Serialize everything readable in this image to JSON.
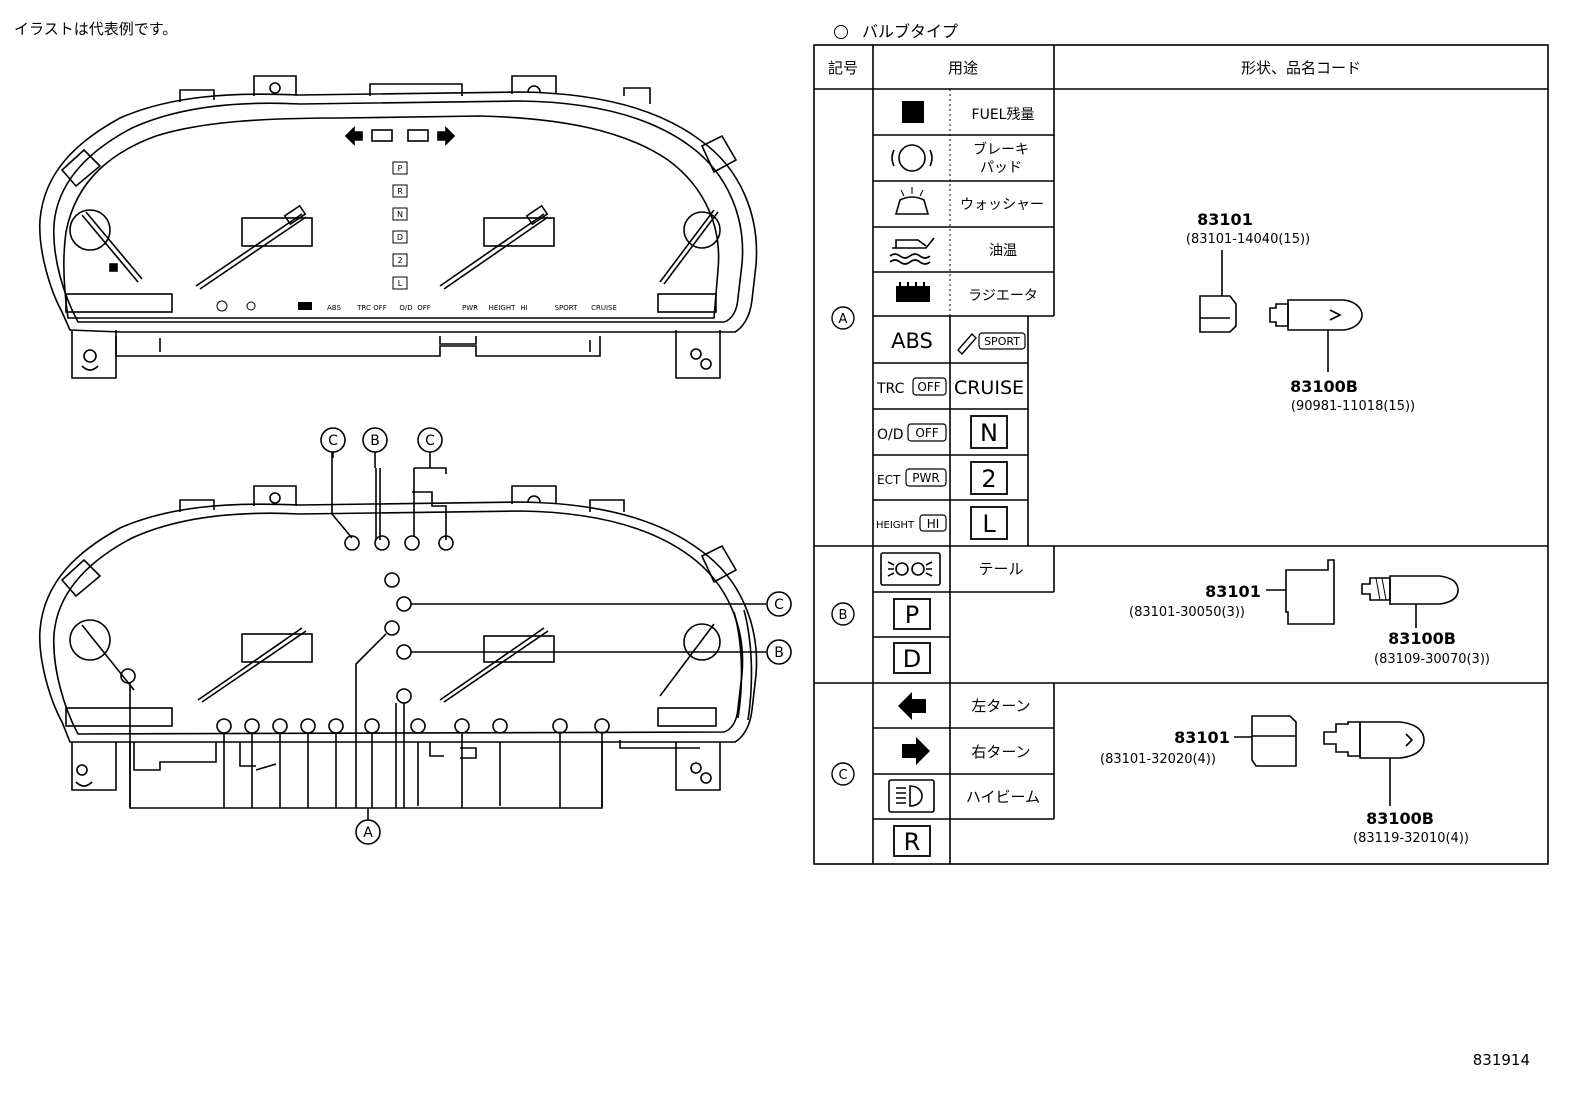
{
  "note": "イラストは代表例です。",
  "figure_id": "831914",
  "table": {
    "title": "バルブタイプ",
    "headers": {
      "symbol": "記号",
      "use": "用途",
      "shape": "形状、品名コード"
    },
    "groups": [
      {
        "symbol": "A",
        "icon_items": [
          {
            "icon": "fuel-square-icon",
            "label": "FUEL残量"
          },
          {
            "icon": "brake-pad-icon",
            "label_line1": "ブレーキ",
            "label_line2": "パッド"
          },
          {
            "icon": "washer-icon",
            "label": "ウォッシャー"
          },
          {
            "icon": "oil-temp-icon",
            "label": "油温"
          },
          {
            "icon": "radiator-icon",
            "label": "ラジエータ"
          }
        ],
        "text_items": [
          {
            "left": "ABS",
            "right": "SPORT"
          },
          {
            "left": "TRC",
            "left_box": "OFF",
            "right": "CRUISE"
          },
          {
            "left": "O/D",
            "left_box": "OFF",
            "right": "N"
          },
          {
            "left": "ECT",
            "left_box": "PWR",
            "right": "2"
          },
          {
            "left": "HEIGHT",
            "left_box": "HI",
            "right": "L"
          }
        ],
        "socket_code": "83101",
        "socket_part": "(83101-14040(15))",
        "bulb_code": "83100B",
        "bulb_part": "(90981-11018(15))"
      },
      {
        "symbol": "B",
        "items": [
          {
            "icon": "tail-light-icon",
            "label": "テール"
          },
          {
            "label": "P"
          },
          {
            "label": "D"
          }
        ],
        "socket_code": "83101",
        "socket_part": "(83101-30050(3))",
        "bulb_code": "83100B",
        "bulb_part": "(83109-30070(3))"
      },
      {
        "symbol": "C",
        "items": [
          {
            "icon": "arrow-left-icon",
            "label": "左ターン"
          },
          {
            "icon": "arrow-right-icon",
            "label": "右ターン"
          },
          {
            "icon": "high-beam-icon",
            "label": "ハイビーム"
          },
          {
            "label": "R"
          }
        ],
        "socket_code": "83101",
        "socket_part": "(83101-32020(4))",
        "bulb_code": "83100B",
        "bulb_part": "(83119-32010(4))"
      }
    ]
  },
  "cluster": {
    "shift_labels": [
      "P",
      "R",
      "N",
      "D",
      "2",
      "L"
    ],
    "strip_labels": [
      "ABS",
      "TRC",
      "OFF",
      "O/D",
      "OFF",
      "PWR",
      "HEIGHT",
      "HI",
      "SPORT",
      "CRUISE"
    ],
    "callouts": [
      "C",
      "B",
      "C",
      "C",
      "B",
      "A"
    ]
  }
}
